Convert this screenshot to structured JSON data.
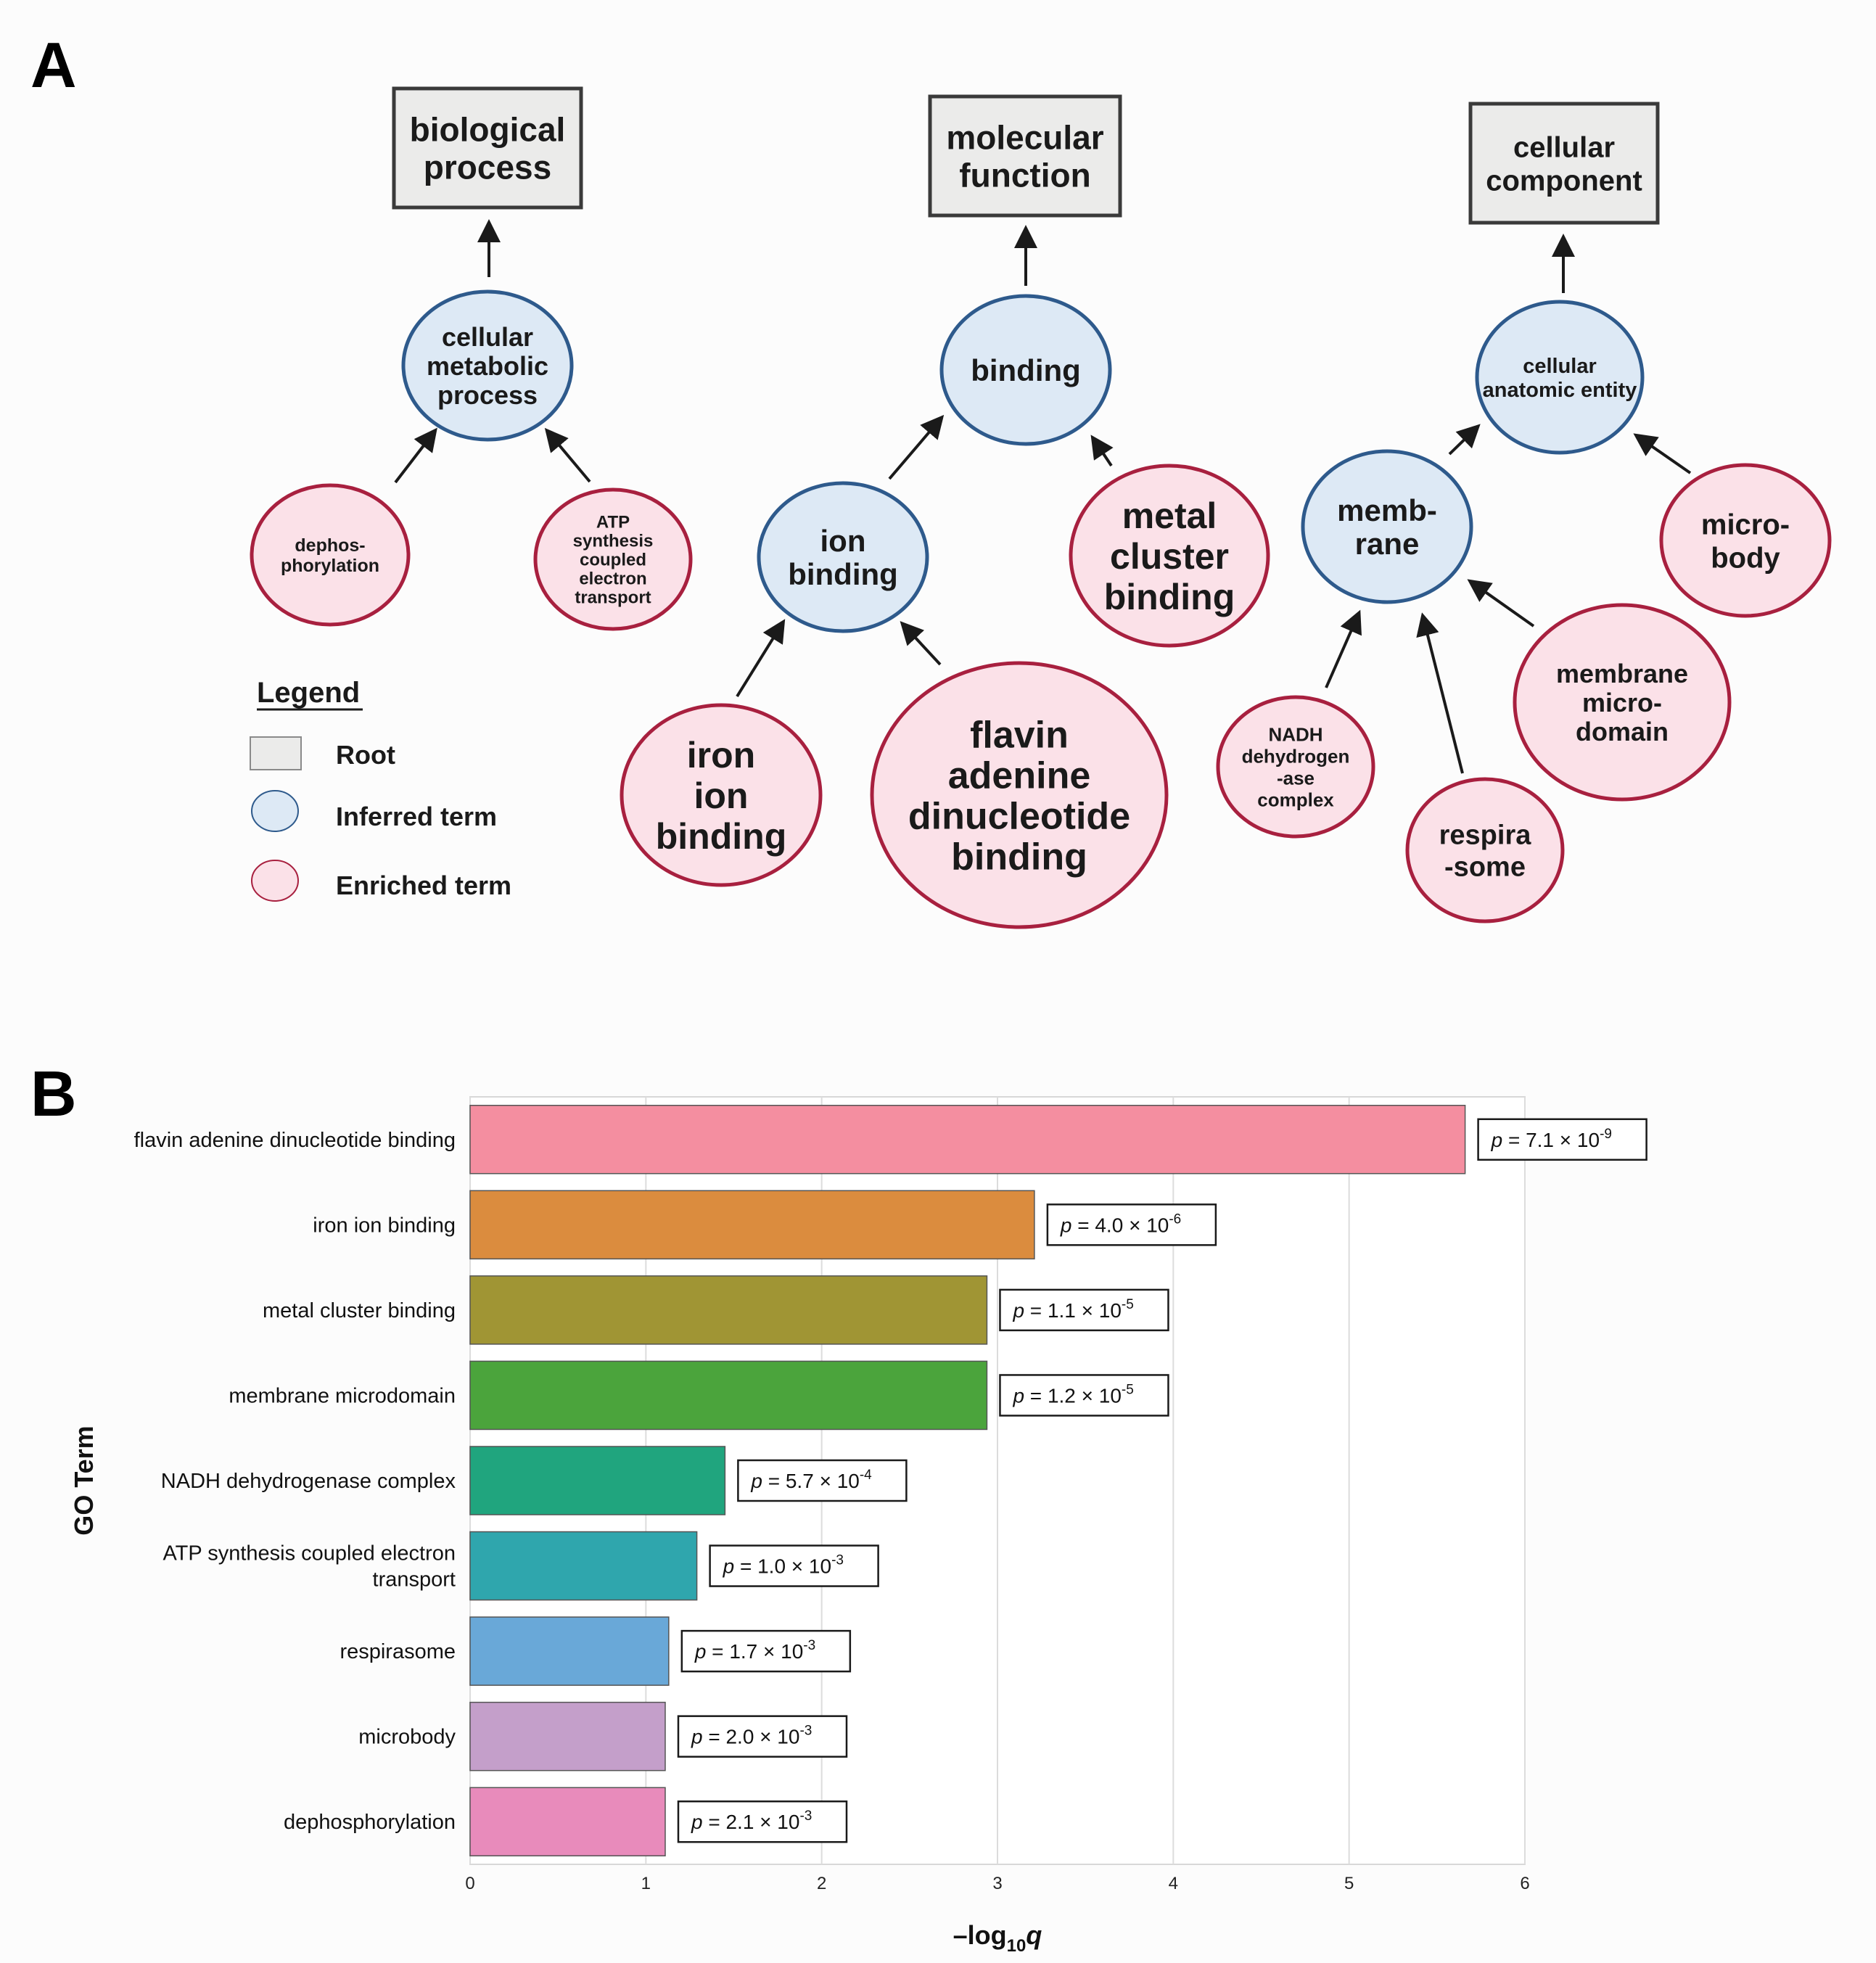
{
  "panels": {
    "a_label": "A",
    "b_label": "B"
  },
  "colors": {
    "root_fill": "#ebebea",
    "root_stroke": "#3a3a3a",
    "inferred_fill": "#dde9f5",
    "inferred_stroke": "#2e5a8c",
    "enriched_fill": "#fbe1e8",
    "enriched_stroke": "#a8203f"
  },
  "diagram": {
    "roots": [
      {
        "id": "bp",
        "lines": [
          "biological",
          "process"
        ]
      },
      {
        "id": "mf",
        "lines": [
          "molecular",
          "function"
        ]
      },
      {
        "id": "cc",
        "lines": [
          "cellular",
          "component"
        ]
      }
    ],
    "inferred": [
      {
        "id": "cmp",
        "lines": [
          "cellular",
          "metabolic",
          "process"
        ]
      },
      {
        "id": "binding",
        "lines": [
          "binding"
        ]
      },
      {
        "id": "ion",
        "lines": [
          "ion",
          "binding"
        ]
      },
      {
        "id": "cae",
        "lines": [
          "cellular",
          "anatomic entity"
        ]
      },
      {
        "id": "membrane",
        "lines": [
          "memb-",
          "rane"
        ]
      }
    ],
    "enriched": [
      {
        "id": "dephos",
        "lines": [
          "dephos-",
          "phorylation"
        ]
      },
      {
        "id": "atp",
        "lines": [
          "ATP",
          "synthesis",
          "coupled",
          "electron",
          "transport"
        ]
      },
      {
        "id": "iron",
        "lines": [
          "iron",
          "ion",
          "binding"
        ]
      },
      {
        "id": "fad",
        "lines": [
          "flavin",
          "adenine",
          "dinucleotide",
          "binding"
        ]
      },
      {
        "id": "metal",
        "lines": [
          "metal",
          "cluster",
          "binding"
        ]
      },
      {
        "id": "nadh",
        "lines": [
          "NADH",
          "dehydrogen",
          "-ase",
          "complex"
        ]
      },
      {
        "id": "respira",
        "lines": [
          "respira",
          "-some"
        ]
      },
      {
        "id": "mmd",
        "lines": [
          "membrane",
          "micro-",
          "domain"
        ]
      },
      {
        "id": "micro",
        "lines": [
          "micro-",
          "body"
        ]
      }
    ],
    "legend": {
      "title": "Legend",
      "root": "Root",
      "inferred": "Inferred term",
      "enriched": "Enriched term"
    }
  },
  "chart_data": {
    "type": "bar",
    "orientation": "horizontal",
    "ylabel": "GO Term",
    "xlabel_prefix": "–log",
    "xlabel_sub": "10",
    "xlabel_var": "q",
    "xlim": [
      0,
      6
    ],
    "xticks": [
      0,
      1,
      2,
      3,
      4,
      5,
      6
    ],
    "grid": "vertical",
    "categories": [
      "flavin adenine dinucleotide binding",
      "iron ion binding",
      "metal cluster binding",
      "membrane microdomain",
      "NADH dehydrogenase complex",
      "ATP synthesis coupled electron transport",
      "respirasome",
      "microbody",
      "dephosphorylation"
    ],
    "category_lines": [
      [
        "flavin adenine dinucleotide binding"
      ],
      [
        "iron ion binding"
      ],
      [
        "metal cluster binding"
      ],
      [
        "membrane microdomain"
      ],
      [
        "NADH dehydrogenase complex"
      ],
      [
        "ATP synthesis coupled electron",
        "transport"
      ],
      [
        "respirasome"
      ],
      [
        "microbody"
      ],
      [
        "dephosphorylation"
      ]
    ],
    "values": [
      5.66,
      3.21,
      2.94,
      2.94,
      1.45,
      1.29,
      1.13,
      1.11,
      1.11
    ],
    "bar_colors": [
      "#f48ea0",
      "#db8c3e",
      "#a09534",
      "#4ba43c",
      "#20a57e",
      "#2fa6ad",
      "#69a8d8",
      "#c49fca",
      "#e88bbb"
    ],
    "p_values": [
      {
        "mantissa": "7.1",
        "exp": "-9"
      },
      {
        "mantissa": "4.0",
        "exp": "-6"
      },
      {
        "mantissa": "1.1",
        "exp": "-5"
      },
      {
        "mantissa": "1.2",
        "exp": "-5"
      },
      {
        "mantissa": "5.7",
        "exp": "-4"
      },
      {
        "mantissa": "1.0",
        "exp": "-3"
      },
      {
        "mantissa": "1.7",
        "exp": "-3"
      },
      {
        "mantissa": "2.0",
        "exp": "-3"
      },
      {
        "mantissa": "2.1",
        "exp": "-3"
      }
    ]
  }
}
